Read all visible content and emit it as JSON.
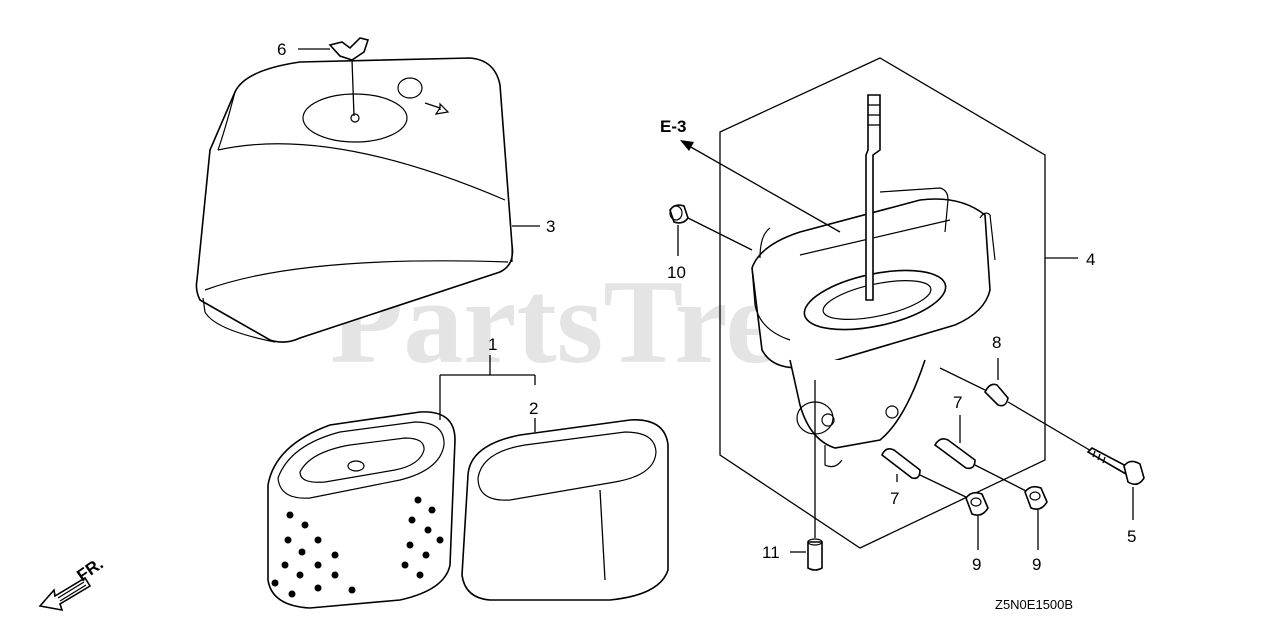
{
  "watermark": "PartsTree",
  "diagram_code": "Z5N0E1500B",
  "ref_label": "E-3",
  "front_label": "FR.",
  "callouts": [
    "1",
    "2",
    "3",
    "4",
    "5",
    "6",
    "7",
    "7",
    "8",
    "9",
    "9",
    "10",
    "11"
  ],
  "icons": [
    "arrow-fr-icon",
    "wing-nut-icon",
    "bolt-icon",
    "nut-icon",
    "collar-icon",
    "grommet-icon",
    "tube-icon"
  ]
}
